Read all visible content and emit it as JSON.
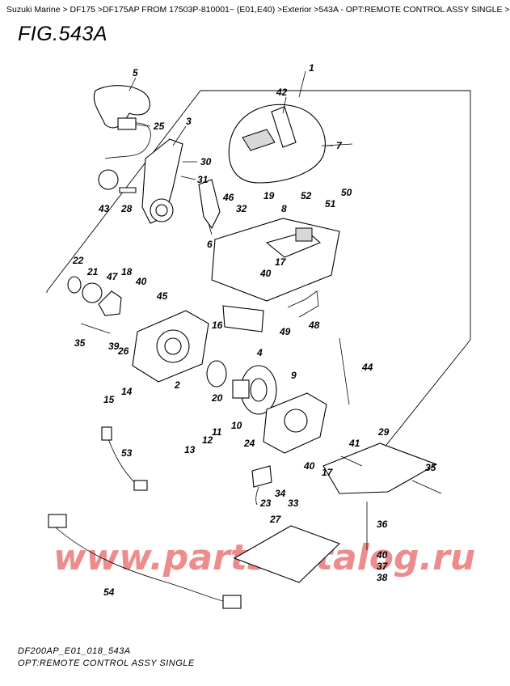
{
  "breadcrumb": "Suzuki Marine > DF175 >DF175AP FROM 17503P-810001~ (E01,E40) >Exterior >543A - OPT:REMOTE CONTROL ASSY SINGLE >",
  "figure_title": "FIG.543A",
  "footer": {
    "code": "DF200AP_E01_018_543A",
    "caption": "OPT:REMOTE CONTROL ASSY SINGLE"
  },
  "watermark": "www.partskatalog.ru",
  "callouts": [
    "1",
    "42",
    "7",
    "5",
    "25",
    "3",
    "30",
    "31",
    "43",
    "28",
    "6",
    "46",
    "32",
    "19",
    "8",
    "52",
    "51",
    "50",
    "22",
    "21",
    "47",
    "18",
    "40",
    "45",
    "17",
    "40",
    "48",
    "49",
    "35",
    "39",
    "26",
    "16",
    "2",
    "4",
    "9",
    "15",
    "14",
    "20",
    "10",
    "13",
    "12",
    "11",
    "53",
    "24",
    "34",
    "33",
    "23",
    "40",
    "17",
    "41",
    "29",
    "35",
    "36",
    "40",
    "37",
    "38",
    "27",
    "54",
    "44"
  ]
}
